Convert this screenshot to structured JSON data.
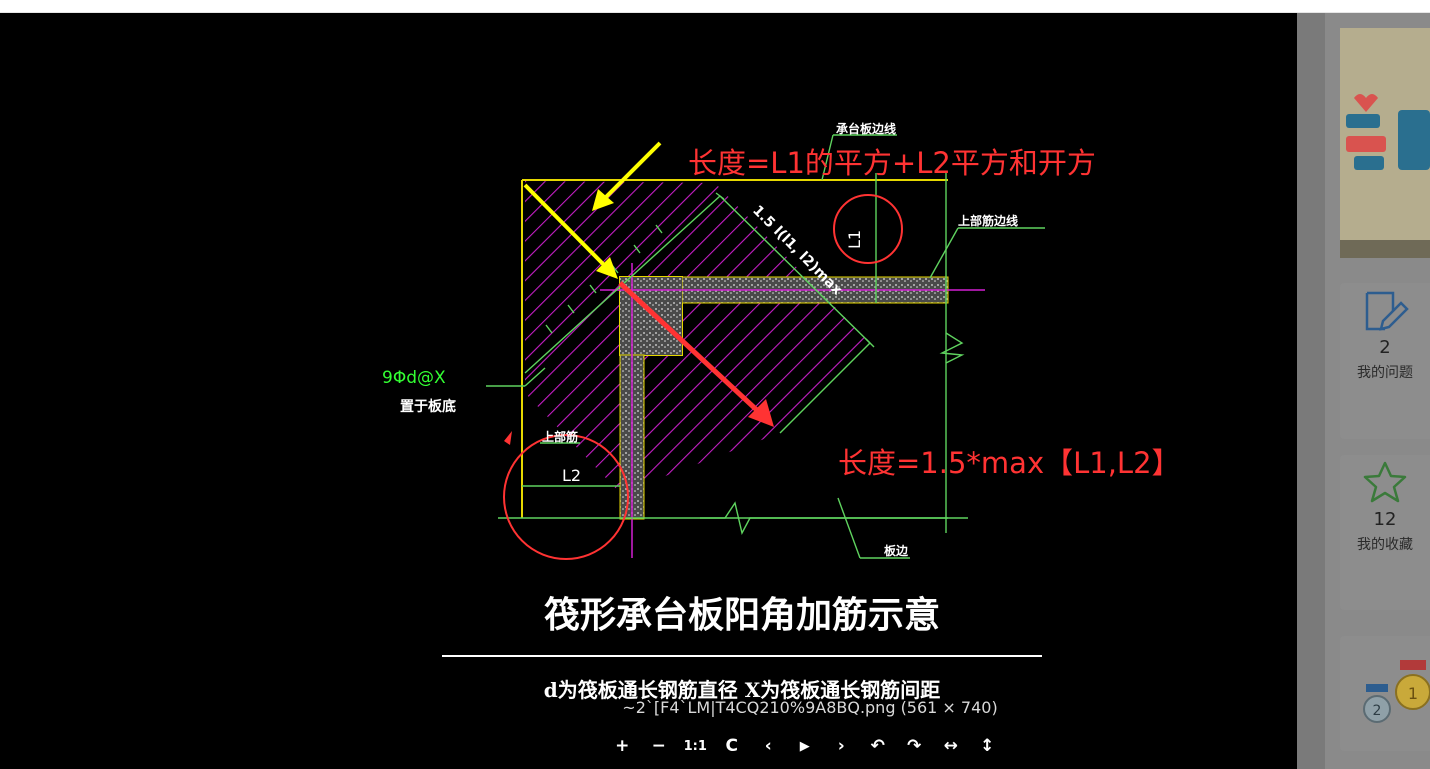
{
  "viewer": {
    "image_caption": "~2`[F4`LM|T4CQ210%9A8BQ.png (561 × 740)",
    "background": "#000000"
  },
  "drawing": {
    "annotation_top": "长度=L1的平方+L2平方和开方",
    "annotation_bottom": "长度=1.5*max【L1,L2】",
    "title": "筏形承台板阳角加筋示意",
    "subtitle": "d为筏板通长钢筋直径 X为筏板通长钢筋间距",
    "label_l1": "L1",
    "label_l2": "L2",
    "label_green_spec": "9Φd@X",
    "label_green_sub": "置于板底",
    "label_top_rebar": "上部筋",
    "label_cap_edge": "承台板边线",
    "label_top_edge": "上部筋边线",
    "label_bottom": "板边",
    "label_dim_diag": "1.5 l(l1, l2)max",
    "annotation_color": "#ff3333",
    "arrow_yellow": "#ffff00",
    "arrow_red": "#ff3333"
  },
  "toolbar": {
    "zoom_in": "+",
    "zoom_out": "−",
    "actual_size": "1:1",
    "refresh": "C",
    "prev": "‹",
    "play": "▶",
    "next": "›",
    "rotate_left": "↶",
    "rotate_right": "↷",
    "flip_h": "↔",
    "flip_v": "↕"
  },
  "sidebar": {
    "cards": [
      {
        "count": "2",
        "label": "我的问题",
        "icon": "edit-icon"
      },
      {
        "count": "12",
        "label": "我的收藏",
        "icon": "star-icon"
      },
      {
        "count": "",
        "label": "",
        "icon": "medal-icon"
      }
    ]
  }
}
